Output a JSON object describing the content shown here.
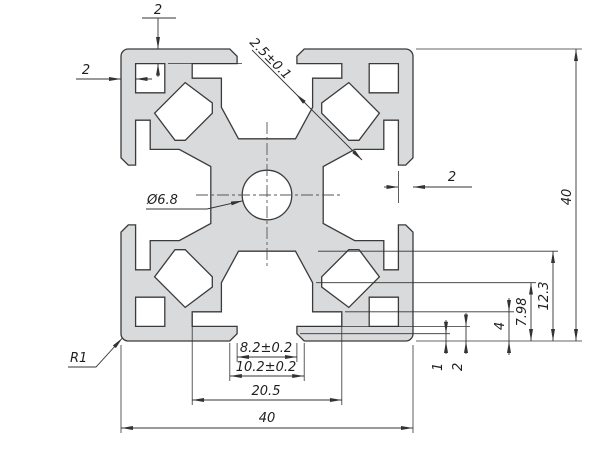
{
  "drawing": {
    "dims": {
      "top_wall_thickness": "2",
      "left_wall_thickness": "2",
      "lip_thickness": "2.5±0.1",
      "height": "40",
      "lip_depth_right": "2",
      "bore_diameter": "Ø6.8",
      "slot_total_depth": "12.3",
      "pocket_depth": "7.98",
      "cavity_depth": "4",
      "throat_depth": "2",
      "chamfer_depth": "1",
      "slot_opening": "8.2±0.2",
      "mouth_width": "10.2±0.2",
      "cavity_width": "20.5",
      "width": "40",
      "corner_radius": "R1"
    },
    "colors": {
      "profile_fill": "#d9dadb",
      "line": "#333333",
      "background": "#ffffff"
    }
  }
}
